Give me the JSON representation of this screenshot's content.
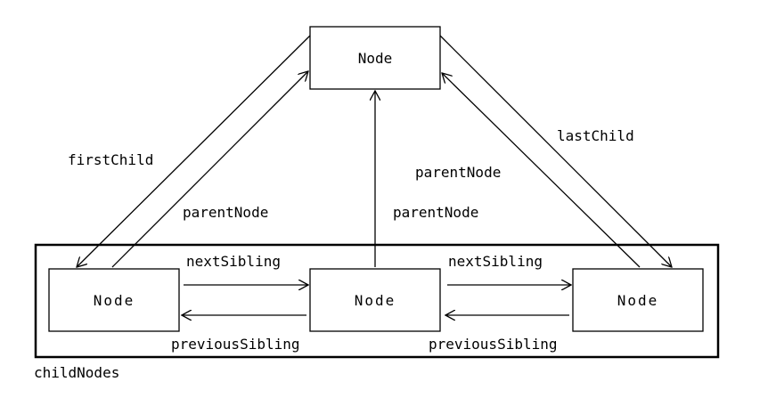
{
  "nodes": {
    "parent": "Node",
    "first": "Node",
    "middle": "Node",
    "last": "Node"
  },
  "labels": {
    "first_child": "firstChild",
    "last_child": "lastChild",
    "parent_node_left": "parentNode",
    "parent_node_middle": "parentNode",
    "parent_node_right": "parentNode",
    "next_sibling_1": "nextSibling",
    "next_sibling_2": "nextSibling",
    "previous_sibling_1": "previousSibling",
    "previous_sibling_2": "previousSibling",
    "child_nodes": "childNodes"
  },
  "colors": {
    "stroke": "#000000",
    "background": "#ffffff"
  }
}
